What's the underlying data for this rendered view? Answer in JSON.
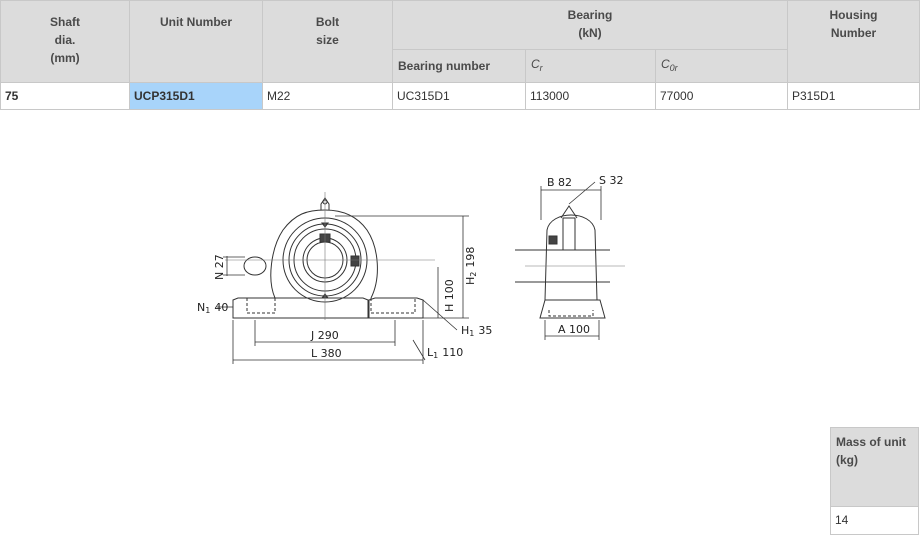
{
  "table": {
    "headers": {
      "shaft_dia": [
        "Shaft",
        "dia.",
        "(mm)"
      ],
      "unit_number": "Unit Number",
      "bolt_size": [
        "Bolt",
        "size"
      ],
      "bearing": [
        "Bearing",
        "(kN)"
      ],
      "bearing_number": "Bearing number",
      "cr": {
        "main": "C",
        "sub": "r"
      },
      "c0r": {
        "main": "C",
        "sub": "0r"
      },
      "housing_number": [
        "Housing",
        "Number"
      ]
    },
    "row": {
      "shaft_dia": "75",
      "unit_number": "UCP315D1",
      "bolt_size": "M22",
      "bearing_number": "UC315D1",
      "cr": "113000",
      "c0r": "77000",
      "housing_number": "P315D1"
    }
  },
  "drawing": {
    "labels": {
      "n": "N 27",
      "n1_key": "N",
      "n1_sub": "1",
      "n1_val": "40",
      "h": "H 100",
      "h2_key": "H",
      "h2_sub": "2",
      "h2_val": "198",
      "h1_key": "H",
      "h1_sub": "1",
      "h1_val": "35",
      "j": "J 290",
      "l": "L 380",
      "l1_key": "L",
      "l1_sub": "1",
      "l1_val": "110",
      "b": "B 82",
      "s": "S 32",
      "a": "A 100"
    }
  },
  "mass": {
    "header": [
      "Mass of unit",
      "(kg)"
    ],
    "value": "14"
  }
}
